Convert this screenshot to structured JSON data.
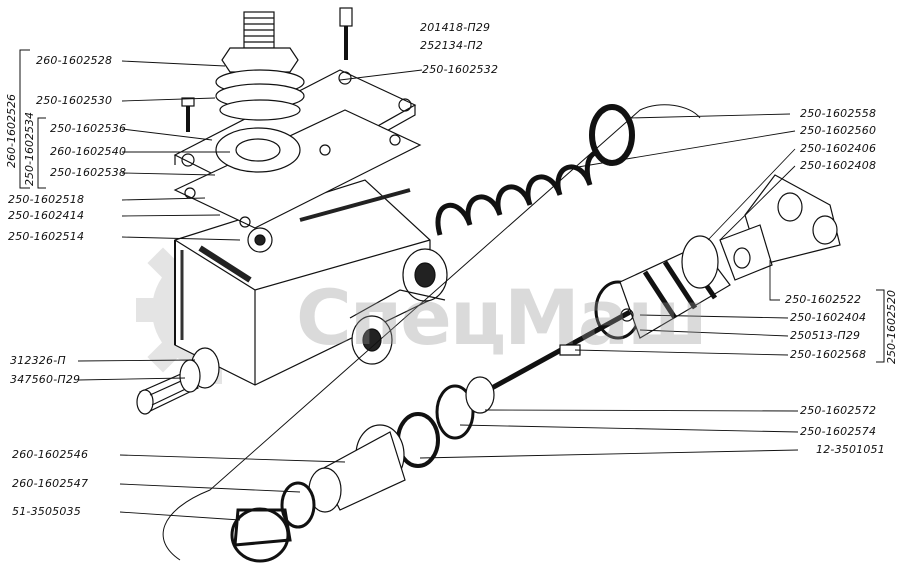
{
  "labels": {
    "top_1": "201418-П29",
    "top_2": "252134-П2",
    "l_2528": "260-1602528",
    "l_2532": "250-1602532",
    "l_2530": "250-1602530",
    "l_2536": "250-1602536",
    "l_2540": "260-1602540",
    "l_2538": "250-1602538",
    "l_2518": "250-1602518",
    "l_2414": "250-1602414",
    "l_2514": "250-1602514",
    "l_312326": "312326-П",
    "l_347560": "347560-П29",
    "l_2546": "260-1602546",
    "l_2547": "260-1602547",
    "l_3505035": "51-3505035",
    "r_2558": "250-1602558",
    "r_2560": "250-1602560",
    "r_2406": "250-1602406",
    "r_2408": "250-1602408",
    "r_2522": "250-1602522",
    "r_2404": "250-1602404",
    "r_250513": "250513-П29",
    "r_2568": "250-1602568",
    "r_2572": "250-1602572",
    "r_2574": "250-1602574",
    "r_3501051": "12-3501051"
  },
  "group_labels": {
    "outer_left": "260-1602526",
    "inner_left": "250-1602534",
    "right": "250-1602520"
  },
  "watermark": "СпецМаш",
  "colors": {
    "ink": "#111111",
    "watermark": "#9a9a9a"
  }
}
